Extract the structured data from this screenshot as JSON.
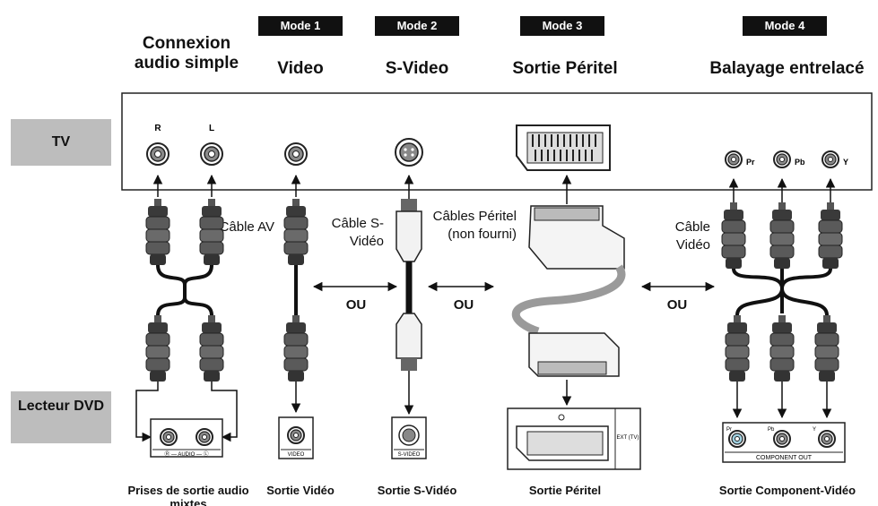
{
  "modes": [
    "Mode 1",
    "Mode 2",
    "Mode 3",
    "Mode 4"
  ],
  "headings": {
    "simple": "Connexion audio simple",
    "video": "Video",
    "svideo": "S-Video",
    "peritel": "Sortie Péritel",
    "entrelace": "Balayage entrelacé"
  },
  "devices": {
    "tv": "TV",
    "dvd": "Lecteur DVD"
  },
  "tv_jacks": {
    "right": "R",
    "left": "L",
    "pr": "Pr",
    "pb": "Pb",
    "y": "Y"
  },
  "cables": {
    "av": "Câble AV",
    "svideo": "Câble S-Vidéo",
    "peritel": "Câbles Péritel (non fourni)",
    "video": "Câble Vidéo"
  },
  "ou": "OU",
  "dvd_panels": {
    "audio": "Ⓡ — AUDIO — Ⓛ",
    "video": "VIDEO",
    "svideo": "S-VIDEO",
    "ext": "EXT (TV)",
    "pr": "Pr",
    "pb": "Pb",
    "y": "Y",
    "component": "COMPONENT OUT"
  },
  "footers": {
    "audio": "Prises de sortie audio mixtes",
    "video": "Sortie Vidéo",
    "svideo": "Sortie S-Vidéo",
    "peritel": "Sortie Péritel",
    "component": "Sortie Component-Vidéo"
  }
}
